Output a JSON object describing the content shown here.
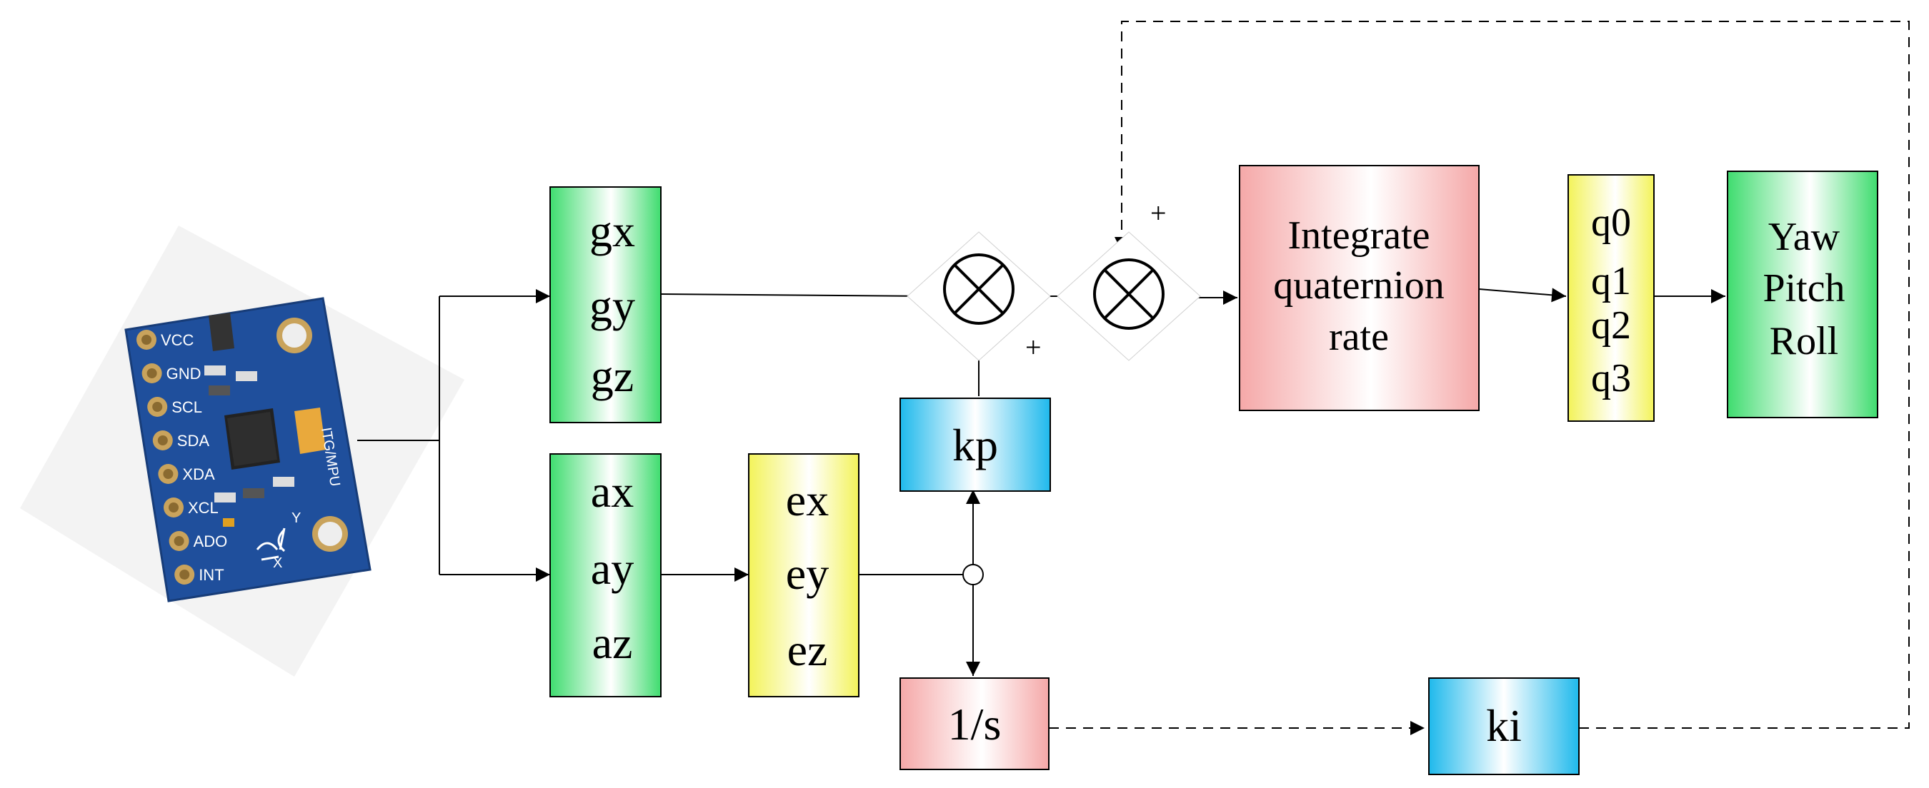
{
  "sensor": {
    "pins": [
      "VCC",
      "GND",
      "SCL",
      "SDA",
      "XDA",
      "XCL",
      "ADO",
      "INT"
    ],
    "chip_label": "ITG/MPU",
    "axis_y": "Y",
    "axis_x": "X"
  },
  "gyro_block": {
    "lines": [
      "gx",
      "gy",
      "gz"
    ]
  },
  "accel_block": {
    "lines": [
      "ax",
      "ay",
      "az"
    ]
  },
  "error_block": {
    "lines": [
      "ex",
      "ey",
      "ez"
    ]
  },
  "kp_block": {
    "label": "kp"
  },
  "integrator_block": {
    "label": "1/s"
  },
  "ki_block": {
    "label": "ki"
  },
  "integrate_block": {
    "lines": [
      "Integrate",
      "quaternion",
      "rate"
    ]
  },
  "quaternion_block": {
    "lines": [
      "q0",
      "q1",
      "q2",
      "q3"
    ]
  },
  "euler_block": {
    "lines": [
      "Yaw",
      "Pitch",
      "Roll"
    ]
  },
  "signs": {
    "mult1_plus": "+",
    "mult2_plus": "+"
  },
  "colors": {
    "green": "#3fdc6f",
    "yellow": "#f3f35a",
    "cyan": "#1fb9ec",
    "pink": "#f5a8a8",
    "board": "#1f4f9c"
  }
}
